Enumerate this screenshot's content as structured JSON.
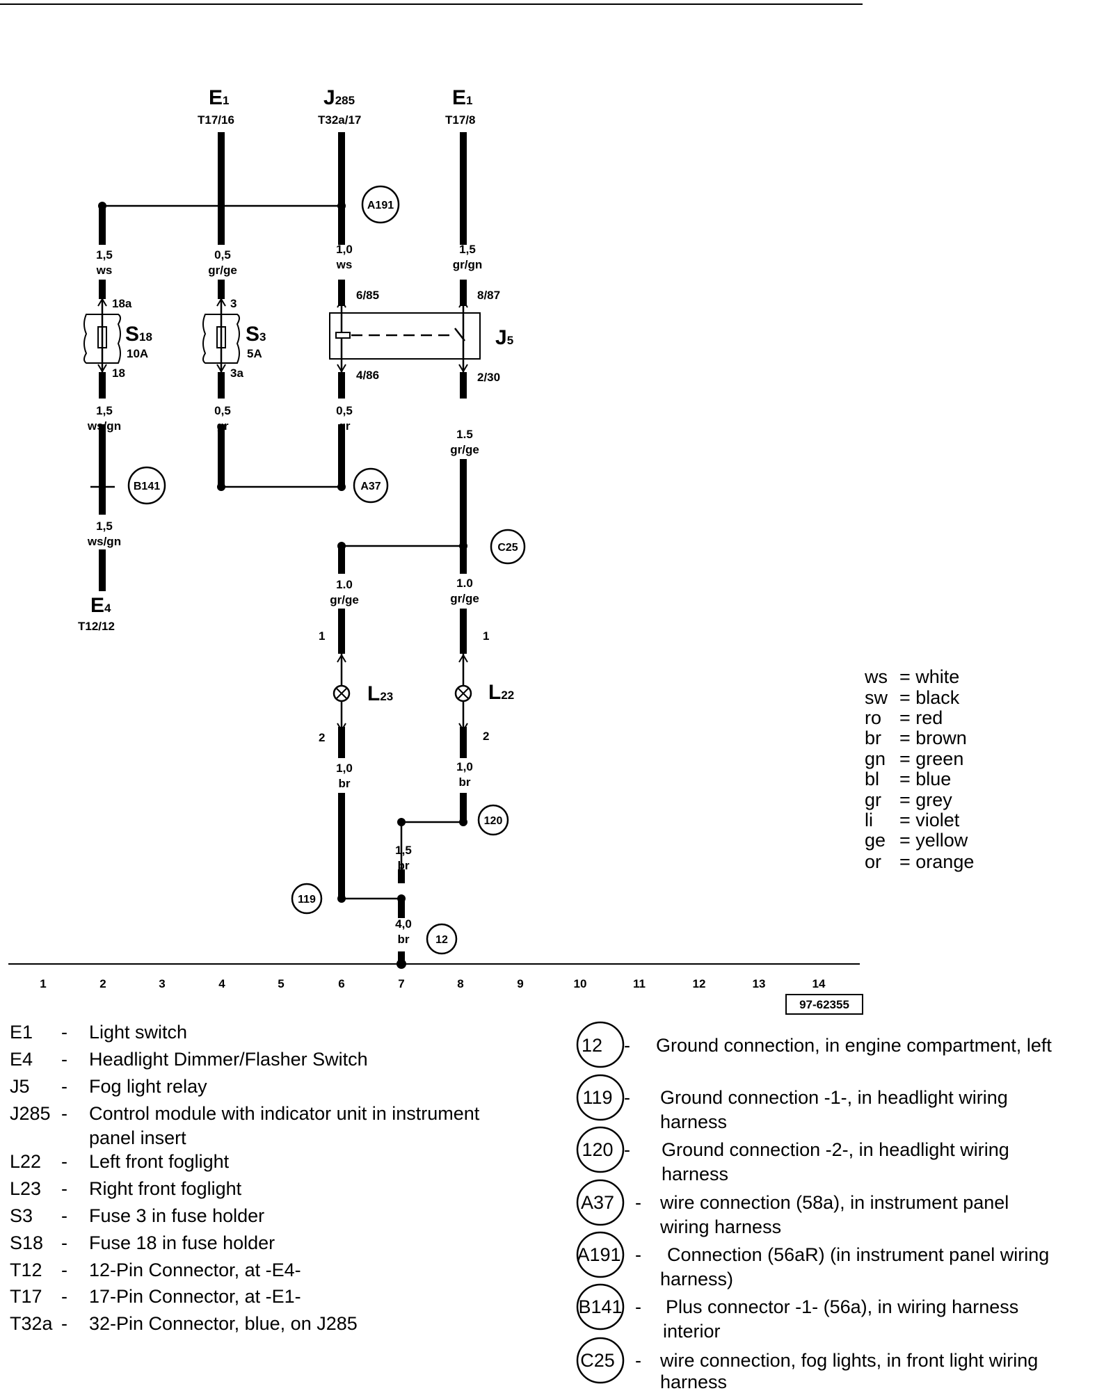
{
  "figure_id": "97-62355",
  "top_refs": [
    {
      "name": "E",
      "sub": "1",
      "conn": "T17/16"
    },
    {
      "name": "J",
      "sub": "285",
      "conn": "T32a/17"
    },
    {
      "name": "E",
      "sub": "1",
      "conn": "T17/8"
    }
  ],
  "bottom_ref": {
    "name": "E",
    "sub": "4",
    "conn": "T12/12"
  },
  "wires": {
    "w1": [
      "1,5",
      "ws"
    ],
    "w2": [
      "0,5",
      "gr/ge"
    ],
    "w3": [
      "1,0",
      "ws"
    ],
    "w4": [
      "1,5",
      "gr/gn"
    ],
    "w5": [
      "1,5",
      "ws/gn"
    ],
    "w6": [
      "0,5",
      "gr"
    ],
    "w7": [
      "0,5",
      "gr"
    ],
    "w8": [
      "1.5",
      "gr/ge"
    ],
    "w9": [
      "1,5",
      "ws/gn"
    ],
    "w10": [
      "1.0",
      "gr/ge"
    ],
    "w11": [
      "1.0",
      "gr/ge"
    ],
    "w12": [
      "1,0",
      "br"
    ],
    "w13": [
      "1,0",
      "br"
    ],
    "w14": [
      "1,5",
      "br"
    ],
    "w15": [
      "4,0",
      "br"
    ]
  },
  "components": {
    "S18": {
      "name": "S",
      "sub": "18",
      "rating": "10A",
      "pin_in": "18a",
      "pin_out": "18"
    },
    "S3": {
      "name": "S",
      "sub": "3",
      "rating": "5A",
      "pin_in": "3",
      "pin_out": "3a"
    },
    "J5": {
      "name": "J",
      "sub": "5",
      "pins": [
        "6/85",
        "8/87",
        "4/86",
        "2/30"
      ]
    },
    "L23": {
      "name": "L",
      "sub": "23",
      "pins": [
        "1",
        "2"
      ]
    },
    "L22": {
      "name": "L",
      "sub": "22",
      "pins": [
        "1",
        "2"
      ]
    }
  },
  "connectors": [
    "A191",
    "B141",
    "A37",
    "C25",
    "120",
    "119",
    "12"
  ],
  "columns": [
    "1",
    "2",
    "3",
    "4",
    "5",
    "6",
    "7",
    "8",
    "9",
    "10",
    "11",
    "12",
    "13",
    "14"
  ],
  "color_codes": [
    {
      "code": "ws",
      "meaning": "white"
    },
    {
      "code": "sw",
      "meaning": "black"
    },
    {
      "code": "ro",
      "meaning": "red"
    },
    {
      "code": "br",
      "meaning": "brown"
    },
    {
      "code": "gn",
      "meaning": "green"
    },
    {
      "code": "bl",
      "meaning": "blue"
    },
    {
      "code": "gr",
      "meaning": "grey"
    },
    {
      "code": "li",
      "meaning": "violet"
    },
    {
      "code": "ge",
      "meaning": "yellow"
    },
    {
      "code": "or",
      "meaning": "orange"
    }
  ],
  "legend": [
    {
      "code": "E1",
      "desc": [
        "Light switch"
      ]
    },
    {
      "code": "E4",
      "desc": [
        "Headlight Dimmer/Flasher Switch"
      ]
    },
    {
      "code": "J5",
      "desc": [
        "Fog light relay"
      ]
    },
    {
      "code": "J285",
      "desc": [
        "Control module with indicator unit in instrument",
        "panel insert"
      ]
    },
    {
      "code": "L22",
      "desc": [
        "Left front foglight"
      ]
    },
    {
      "code": "L23",
      "desc": [
        "Right front foglight"
      ]
    },
    {
      "code": "S3",
      "desc": [
        "Fuse 3 in fuse holder"
      ]
    },
    {
      "code": "S18",
      "desc": [
        "Fuse 18 in fuse holder"
      ]
    },
    {
      "code": "T12",
      "desc": [
        "12-Pin Connector, at -E4-"
      ]
    },
    {
      "code": "T17",
      "desc": [
        "17-Pin Connector, at -E1-"
      ]
    },
    {
      "code": "T32a",
      "desc": [
        "32-Pin Connector, blue, on J285"
      ]
    }
  ],
  "ground_legend": [
    {
      "code": "12",
      "desc": [
        "Ground connection, in engine compartment, left"
      ]
    },
    {
      "code": "119",
      "desc": [
        "Ground connection -1-, in headlight wiring",
        "harness"
      ]
    },
    {
      "code": "120",
      "desc": [
        "Ground connection -2-, in headlight wiring",
        "harness"
      ]
    },
    {
      "code": "A37",
      "desc": [
        "wire connection (58a), in instrument panel",
        "wiring harness"
      ]
    },
    {
      "code": "A191",
      "desc": [
        "Connection (56aR) (in instrument panel wiring",
        "harness)"
      ]
    },
    {
      "code": "B141",
      "desc": [
        "Plus connector -1- (56a), in wiring harness",
        "interior"
      ]
    },
    {
      "code": "C25",
      "desc": [
        "wire connection, fog lights, in front light wiring",
        "harness"
      ]
    }
  ]
}
